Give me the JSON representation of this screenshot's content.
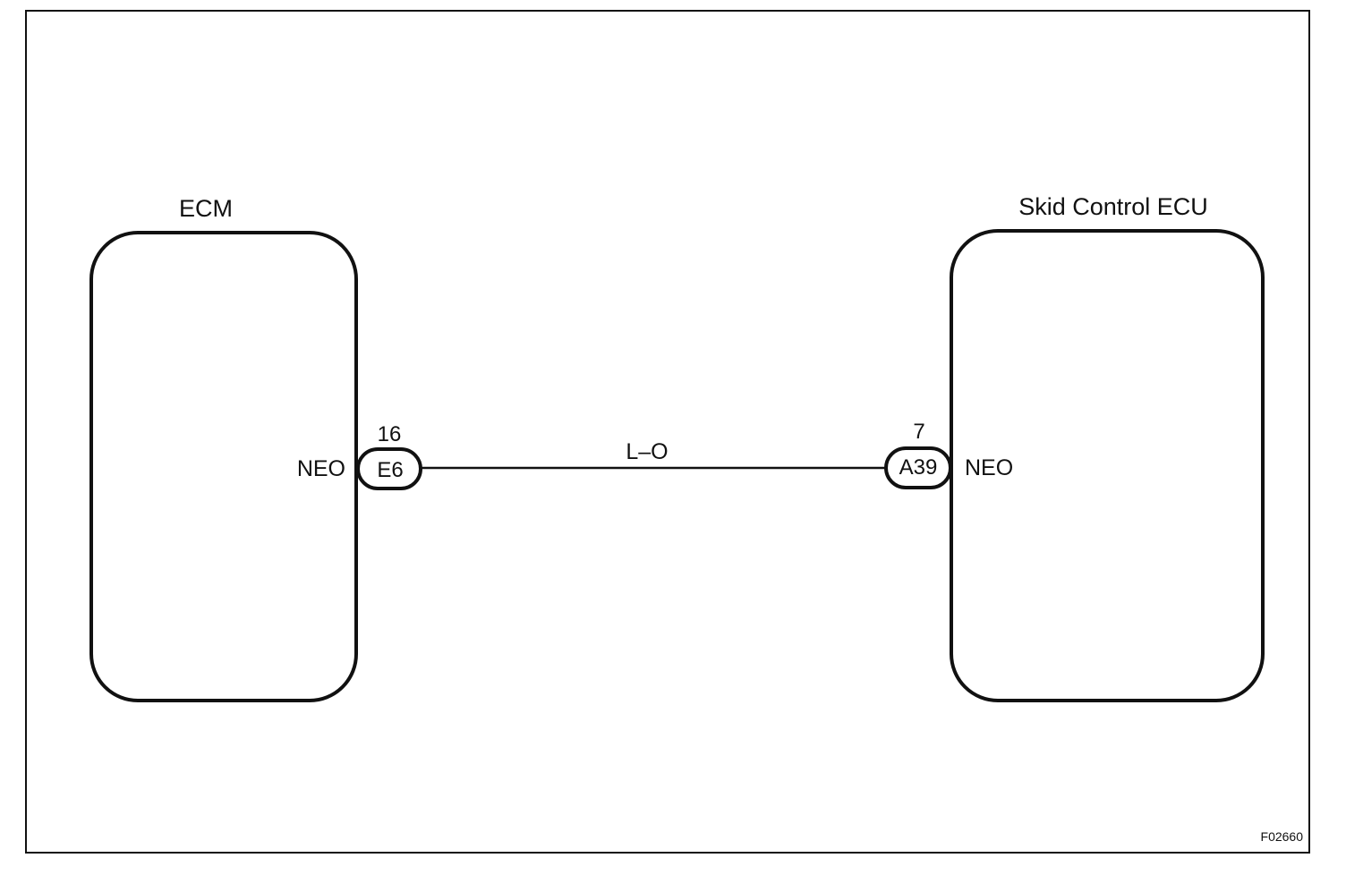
{
  "components": {
    "left": {
      "name": "ECM",
      "terminal": "NEO"
    },
    "right": {
      "name": "Skid Control ECU",
      "terminal": "NEO"
    }
  },
  "connectors": {
    "left": {
      "code": "E6",
      "pin": "16"
    },
    "right": {
      "code": "A39",
      "pin": "7"
    }
  },
  "wire": {
    "color_code": "L–O"
  },
  "figure_id": "F02660"
}
